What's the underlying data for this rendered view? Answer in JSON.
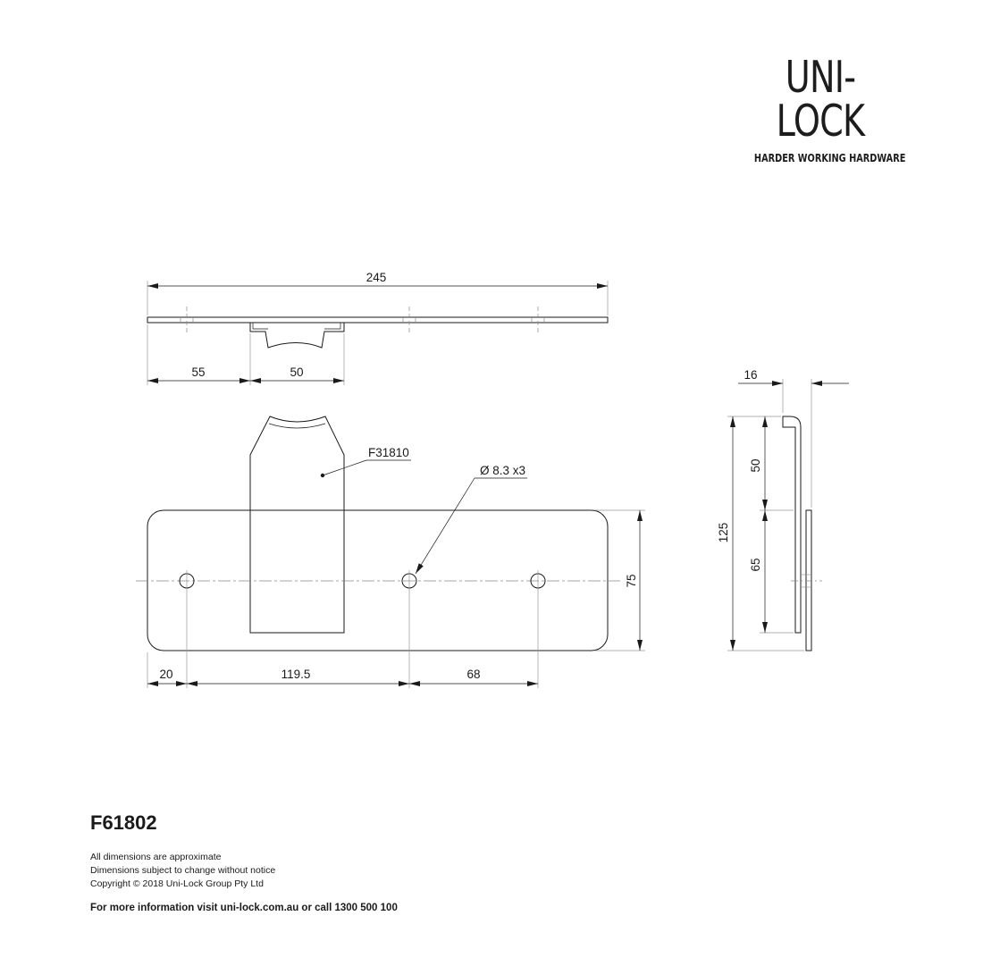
{
  "brand": {
    "name": "UNI-LOCK",
    "tagline": "HARDER WORKING HARDWARE"
  },
  "drawing": {
    "dims": {
      "overall_length": "245",
      "offset_left": "55",
      "bracket_width": "50",
      "thickness": "16",
      "overall_height": "125",
      "upper_height": "50",
      "lower_height": "65",
      "plate_height": "75",
      "hole_offset": "20",
      "hole_spacing_1": "119.5",
      "hole_spacing_2": "68"
    },
    "callouts": {
      "part_ref": "F31810",
      "hole_spec": "Ø 8.3 x3"
    }
  },
  "footer": {
    "part_number": "F61802",
    "notes": [
      "All dimensions are approximate",
      "Dimensions subject to change without notice",
      "Copyright © 2018 Uni-Lock Group Pty Ltd"
    ],
    "contact": "For more information visit uni-lock.com.au or call 1300 500 100"
  }
}
